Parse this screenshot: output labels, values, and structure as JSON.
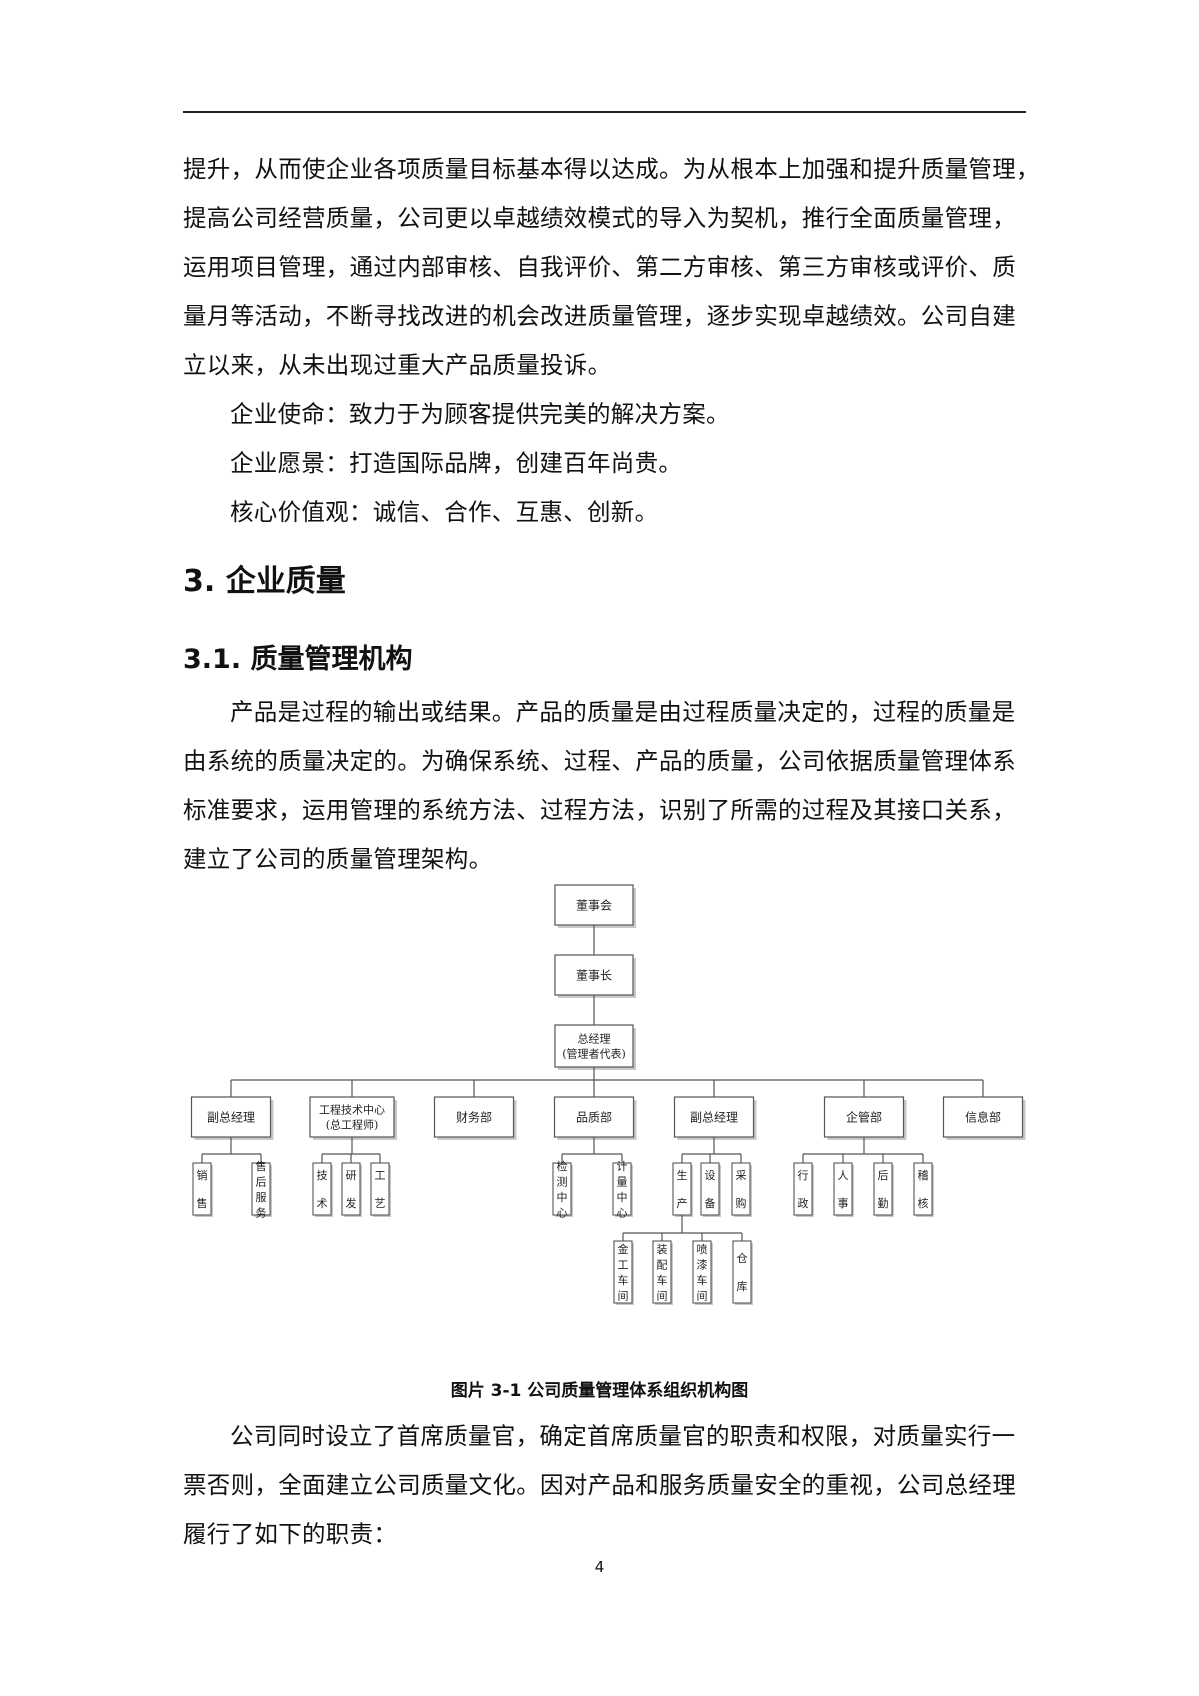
{
  "intro_lines": [
    "提升，从而使企业各项质量目标基本得以达成。为从根本上加强和提升质量管理，",
    "提高公司经营质量，公司更以卓越绩效模式的导入为契机，推行全面质量管理，",
    "运用项目管理，通过内部审核、自我评价、第二方审核、第三方审核或评价、质",
    "量月等活动，不断寻找改进的机会改进质量管理，逐步实现卓越绩效。公司自建",
    "立以来，从未出现过重大产品质量投诉。"
  ],
  "mission": "企业使命：致力于为顾客提供完美的解决方案。",
  "vision": "企业愿景：打造国际品牌，创建百年尚贵。",
  "values": "核心价值观：诚信、合作、互惠、创新。",
  "section_heading": "3. 企业质量",
  "subsection_heading": "3.1. 质量管理机构",
  "body_lines": [
    "产品是过程的输出或结果。产品的质量是由过程质量决定的，过程的质量是",
    "由系统的质量决定的。为确保系统、过程、产品的质量，公司依据质量管理体系",
    "标准要求，运用管理的系统方法、过程方法，识别了所需的过程及其接口关系，",
    "建立了公司的质量管理架构。"
  ],
  "org_chart": {
    "board": "董事会",
    "chairman": "董事长",
    "gm": [
      "总经理",
      "(管理者代表)"
    ],
    "departments": [
      {
        "label": [
          "副总经理"
        ],
        "children": [
          [
            "销",
            "售"
          ],
          [
            "售",
            "后",
            "服",
            "务"
          ]
        ]
      },
      {
        "label": [
          "工程技术中心",
          "(总工程师)"
        ],
        "children": [
          [
            "技",
            "术"
          ],
          [
            "研",
            "发"
          ],
          [
            "工",
            "艺"
          ]
        ]
      },
      {
        "label": [
          "财务部"
        ],
        "children": []
      },
      {
        "label": [
          "品质部"
        ],
        "children": [
          [
            "检",
            "测",
            "中",
            "心"
          ],
          [
            "计",
            "量",
            "中",
            "心"
          ]
        ]
      },
      {
        "label": [
          "副总经理"
        ],
        "children": [
          [
            "生",
            "产"
          ],
          [
            "设",
            "备"
          ],
          [
            "采",
            "购"
          ]
        ]
      },
      {
        "label": [
          "企管部"
        ],
        "children": [
          [
            "行",
            "政"
          ],
          [
            "人",
            "事"
          ],
          [
            "后",
            "勤"
          ],
          [
            "稽",
            "核"
          ]
        ]
      },
      {
        "label": [
          "信息部"
        ],
        "children": []
      }
    ],
    "workshops": [
      [
        "金",
        "工",
        "车",
        "间"
      ],
      [
        "装",
        "配",
        "车",
        "间"
      ],
      [
        "喷",
        "漆",
        "车",
        "间"
      ],
      [
        "仓",
        "库"
      ]
    ]
  },
  "figure_caption": "图片 3-1 公司质量管理体系组织机构图",
  "closing_lines": [
    "公司同时设立了首席质量官，确定首席质量官的职责和权限，对质量实行一",
    "票否则，全面建立公司质量文化。因对产品和服务质量安全的重视，公司总经理",
    "履行了如下的职责："
  ],
  "page_number": "4"
}
